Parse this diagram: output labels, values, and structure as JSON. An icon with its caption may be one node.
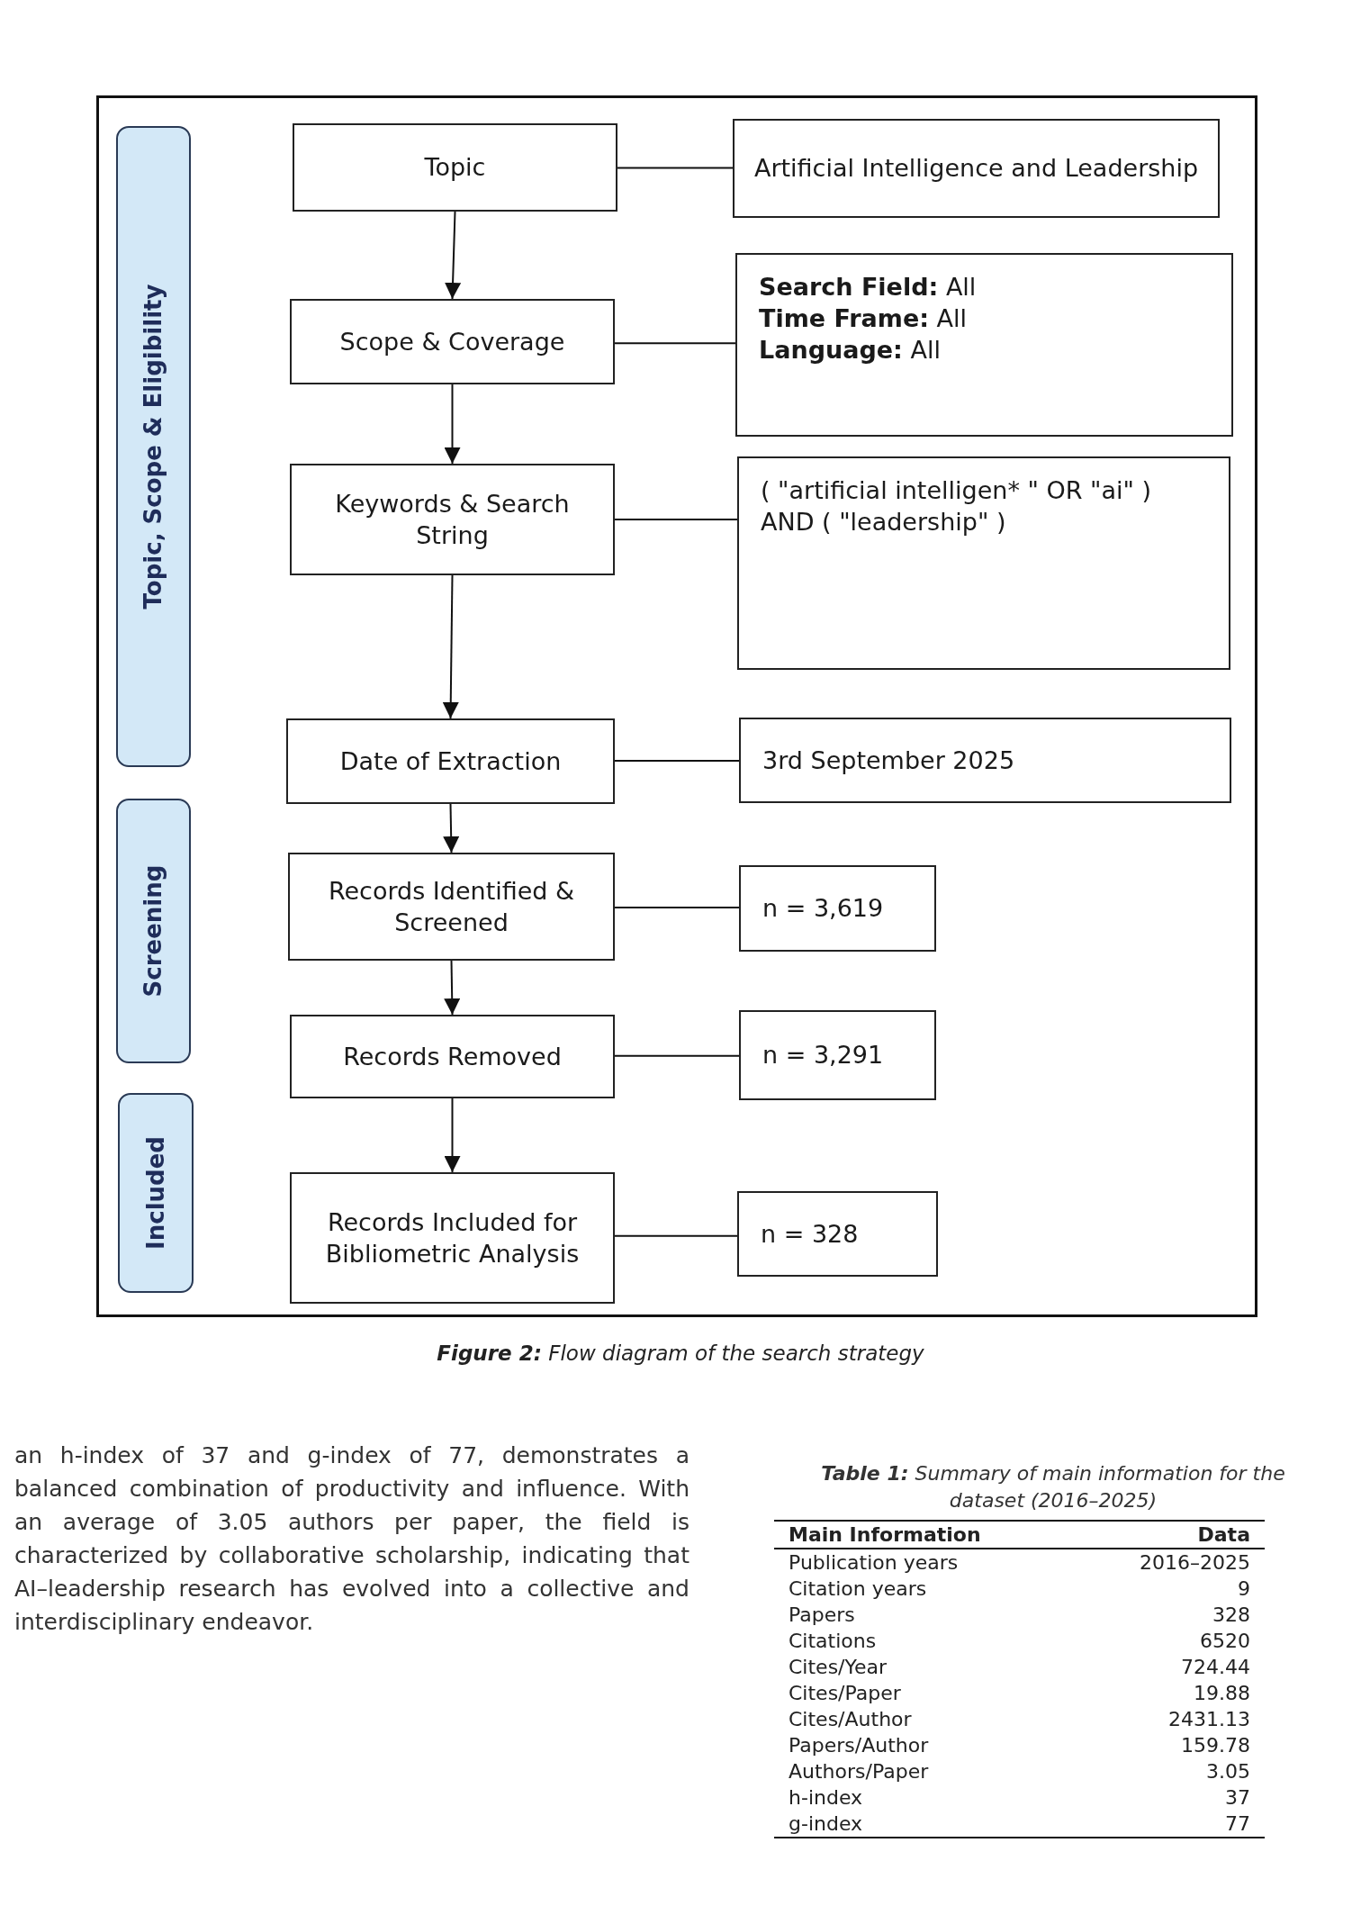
{
  "diagram": {
    "caption": "**Figure 2:** Flow diagram of the search strategy",
    "nodes": [
      {
        "text": [
          "Topic, Scope & Eligibility"
        ]
      },
      {
        "text": [
          "Screening"
        ]
      },
      {
        "text": [
          "Included"
        ]
      },
      {
        "text": [
          "Topic"
        ]
      },
      {
        "text": [
          "Artificial Intelligence and Leadership"
        ]
      },
      {
        "text": [
          "Scope & Coverage"
        ]
      },
      {
        "text": [
          "**Search Field:** All",
          "**Time Frame:** All",
          "**Language:** All"
        ]
      },
      {
        "text": [
          "Keywords & Search String"
        ]
      },
      {
        "text": [
          "( \"artificial intelligen* \" OR \"ai\" ) AND ( \"leadership\" )"
        ]
      },
      {
        "text": [
          "Date of Extraction"
        ]
      },
      {
        "text": [
          "3rd September 2025"
        ]
      },
      {
        "text": [
          "Records Identified & Screened"
        ]
      },
      {
        "text": [
          "n = 3,619"
        ]
      },
      {
        "text": [
          "Records Removed"
        ]
      },
      {
        "text": [
          "n = 3,291"
        ]
      },
      {
        "text": [
          "Records Included for Bibliometric Analysis"
        ]
      },
      {
        "text": [
          "n = 328"
        ]
      }
    ],
    "edges": [
      {
        "from": 3,
        "to": 5,
        "arrow": "to"
      },
      {
        "from": 5,
        "to": 7,
        "arrow": "to"
      },
      {
        "from": 7,
        "to": 9,
        "arrow": "to"
      },
      {
        "from": 9,
        "to": 11,
        "arrow": "to"
      },
      {
        "from": 11,
        "to": 13,
        "arrow": "to"
      },
      {
        "from": 13,
        "to": 15,
        "arrow": "to"
      },
      {
        "from": 3,
        "to": 4,
        "arrow": "none"
      },
      {
        "from": 5,
        "to": 6,
        "arrow": "none"
      },
      {
        "from": 7,
        "to": 8,
        "arrow": "none"
      },
      {
        "from": 9,
        "to": 10,
        "arrow": "none"
      },
      {
        "from": 11,
        "to": 12,
        "arrow": "none"
      },
      {
        "from": 13,
        "to": 14,
        "arrow": "none"
      },
      {
        "from": 15,
        "to": 16,
        "arrow": "none"
      }
    ],
    "labels": [
      "an h-index of 37 and g-index of 77, demonstrates a balanced combination of productivity and influence. With an average of 3.05 authors per paper, the field is characterized by collaborative scholarship, indicating that AI–leadership research has evolved into a collective and interdisciplinary endeavor.",
      "**Table 1:** Summary of main information for the dataset (2016–2025)",
      "Main Information",
      "Data",
      "Publication years",
      "2016–2025",
      "Citation years",
      "9",
      "Papers",
      "328",
      "Citations",
      "6520",
      "Cites/Year",
      "724.44",
      "Cites/Paper",
      "19.88",
      "Cites/Author",
      "2431.13",
      "Papers/Author",
      "159.78",
      "Authors/Paper",
      "3.05",
      "h-index",
      "37",
      "g-index",
      "77"
    ]
  }
}
